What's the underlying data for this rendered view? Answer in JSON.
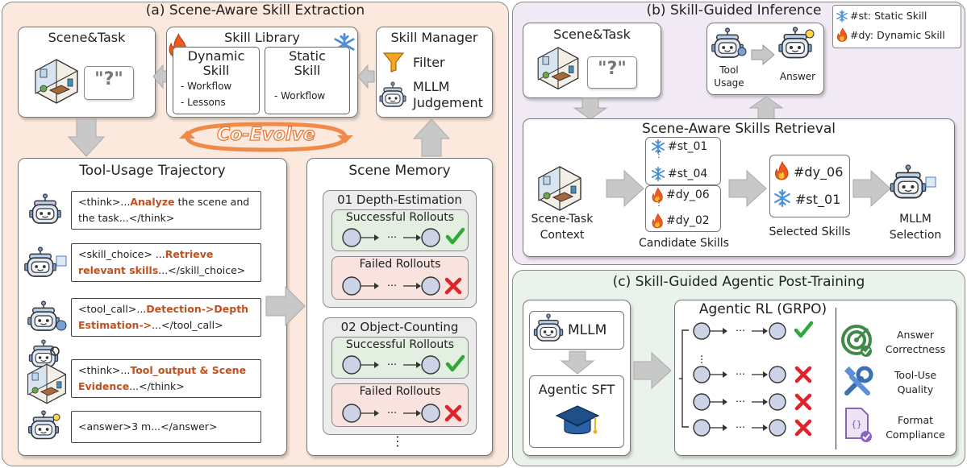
{
  "panel_a": {
    "title": "(a) Scene-Aware Skill Extraction",
    "scene_task": {
      "title": "Scene&Task",
      "q": "\"?\""
    },
    "skill_library": {
      "title": "Skill Library",
      "dynamic": {
        "title_line1": "Dynamic",
        "title_line2": "Skill",
        "items": [
          "- Workflow",
          "- Lessons"
        ]
      },
      "static": {
        "title_line1": "Static",
        "title_line2": "Skill",
        "items": [
          "- Workflow"
        ]
      }
    },
    "skill_manager": {
      "title": "Skill Manager",
      "filter": "Filter",
      "mllm_line1": "MLLM",
      "mllm_line2": "Judgement"
    },
    "co_evolve": "Co-Evolve",
    "trajectory": {
      "title": "Tool-Usage Trajectory",
      "steps": [
        {
          "pre": "<think>...",
          "hl": "Analyze",
          "post": " the scene and the task...</think>"
        },
        {
          "pre": "<skill_choice> ...",
          "hl": "Retrieve relevant skills",
          "post": "...</skill_choice>"
        },
        {
          "pre": "<tool_call>...",
          "hl": "Detection->Depth Estimation->",
          "post": "...</tool_call>"
        },
        {
          "pre": "<think>...",
          "hl": "Tool_output & Scene Evidence",
          "post": "...</think>"
        },
        {
          "pre": "<answer>3 m...</answer>",
          "hl": "",
          "post": ""
        }
      ]
    },
    "scene_memory": {
      "title": "Scene Memory",
      "groups": [
        {
          "title": "01 Depth-Estimation",
          "success": "Successful Rollouts",
          "fail": "Failed Rollouts"
        },
        {
          "title": "02 Object-Counting",
          "success": "Successful Rollouts",
          "fail": "Failed Rollouts"
        }
      ],
      "more": "⋮"
    }
  },
  "panel_b": {
    "title": "(b) Skill-Guided Inference",
    "scene_task": {
      "title": "Scene&Task",
      "q": "\"?\""
    },
    "tool_usage_line1": "Tool",
    "tool_usage_line2": "Usage",
    "answer": "Answer",
    "legend": {
      "static": "#st: Static Skill",
      "dynamic": "#dy: Dynamic Skill"
    },
    "retrieval": {
      "title": "Scene-Aware Skills Retrieval",
      "context_line1": "Scene-Task",
      "context_line2": "Context",
      "candidates": [
        "#st_01",
        "#st_04",
        "#dy_06",
        "#dy_02"
      ],
      "candidates_label": "Candidate Skills",
      "selected": [
        "#dy_06",
        "#st_01"
      ],
      "selected_label": "Selected Skills",
      "mllm_line1": "MLLM",
      "mllm_line2": "Selection"
    }
  },
  "panel_c": {
    "title": "(c) Skill-Guided Agentic Post-Training",
    "mllm": "MLLM",
    "sft": "Agentic SFT",
    "rl_title": "Agentic RL (GRPO)",
    "rewards": [
      {
        "line1": "Answer",
        "line2": "Correctness"
      },
      {
        "line1": "Tool-Use",
        "line2": "Quality"
      },
      {
        "line1": "Format",
        "line2": "Compliance"
      }
    ]
  },
  "colors": {
    "panel_a_bg": "#fbe9dd",
    "panel_b_bg": "#f1eaf5",
    "panel_c_bg": "#eaf2ec",
    "highlight": "#c0501f",
    "success": "#2fa83a",
    "fail": "#e0222a"
  }
}
